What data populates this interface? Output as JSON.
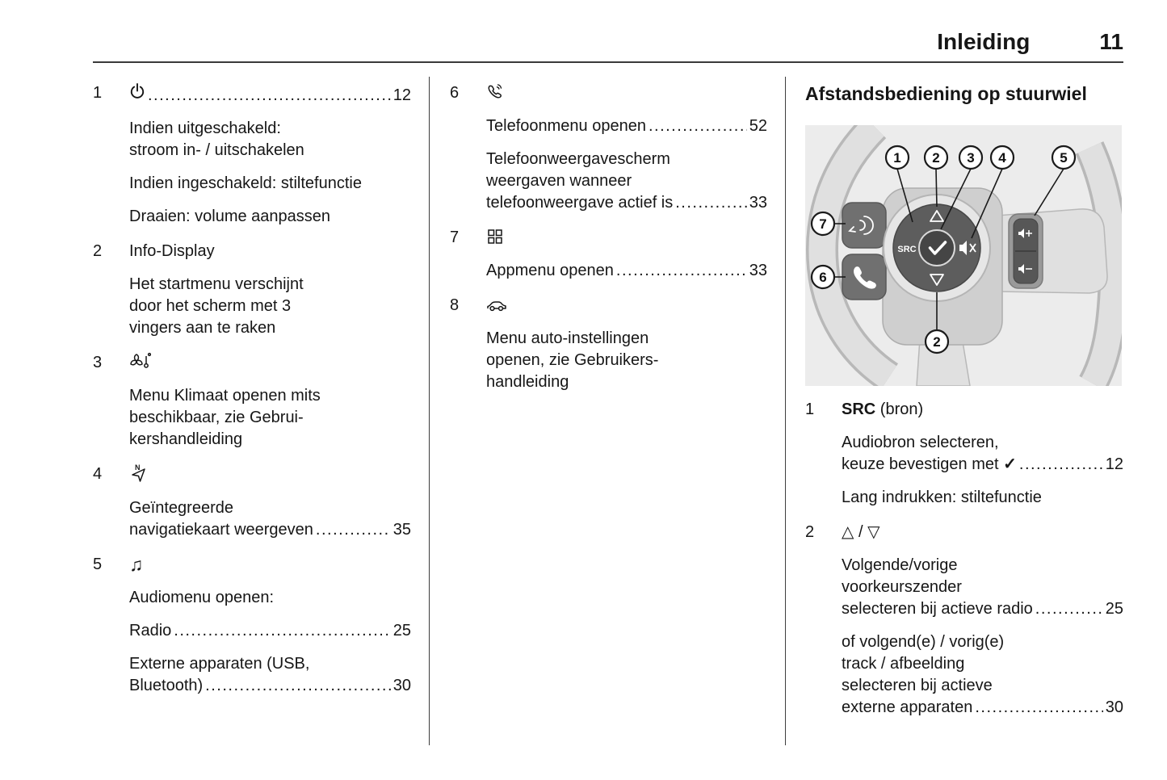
{
  "leader_dots": "................................................................................",
  "header": {
    "title": "Inleiding",
    "page": "11"
  },
  "col1": {
    "item1": {
      "num": "1",
      "page": "12",
      "p1": "Indien uitgeschakeld:\nstroom in- / uitschakelen",
      "p2": "Indien ingeschakeld: stiltefunctie",
      "p3": "Draaien: volume aanpassen"
    },
    "item2": {
      "num": "2",
      "label": "Info-Display",
      "p1": "Het startmenu verschijnt\ndoor het scherm met 3\nvingers aan te raken"
    },
    "item3": {
      "num": "3",
      "p1": "Menu Klimaat openen mits\nbeschikbaar, zie Gebrui-\nkershandleiding"
    },
    "item4": {
      "num": "4",
      "icon_n": "N",
      "p1_text": "Geïntegreerde",
      "p1_label": "navigatiekaart weergeven",
      "p1_page": "35"
    },
    "item5": {
      "num": "5",
      "icon_glyph": "♫",
      "p1": "Audiomenu openen:",
      "p2_label": "Radio",
      "p2_page": "25",
      "p3_text": "Externe apparaten (USB,",
      "p3_label": "Bluetooth)",
      "p3_page": "30"
    }
  },
  "col2": {
    "item6": {
      "num": "6",
      "p1_label": "Telefoonmenu openen",
      "p1_page": "52",
      "p2_text": "Telefoonweergavescherm\nweergaven wanneer",
      "p2_label": "telefoonweergave actief is",
      "p2_page": "33"
    },
    "item7": {
      "num": "7",
      "p1_label": "Appmenu openen",
      "p1_page": "33"
    },
    "item8": {
      "num": "8",
      "p1": "Menu auto-instellingen\nopenen, zie Gebruikers-\nhandleiding"
    }
  },
  "col3": {
    "heading": "Afstandsbediening op stuurwiel",
    "figure": {
      "src": "SRC",
      "c1": "1",
      "c2": "2",
      "c3": "3",
      "c4": "4",
      "c5": "5",
      "c6": "6",
      "c7": "7",
      "c2b": "2"
    },
    "item1": {
      "num": "1",
      "title_bold": "SRC",
      "title_rest": " (bron)",
      "p1_text": "Audiobron selecteren,",
      "p1_label": "keuze bevestigen met ",
      "check": "✓",
      "p1_page": "12",
      "p2": "Lang indrukken: stiltefunctie"
    },
    "item2": {
      "num": "2",
      "up": "△",
      "sep": " / ",
      "down": "▽",
      "p1_text": "Volgende/vorige\nvoorkeurszender",
      "p1_label": "selecteren bij actieve radio",
      "p1_page": "25",
      "p2_text": "of volgend(e) / vorig(e)\ntrack / afbeelding\nselecteren bij actieve",
      "p2_label": "externe apparaten",
      "p2_page": "30"
    }
  }
}
